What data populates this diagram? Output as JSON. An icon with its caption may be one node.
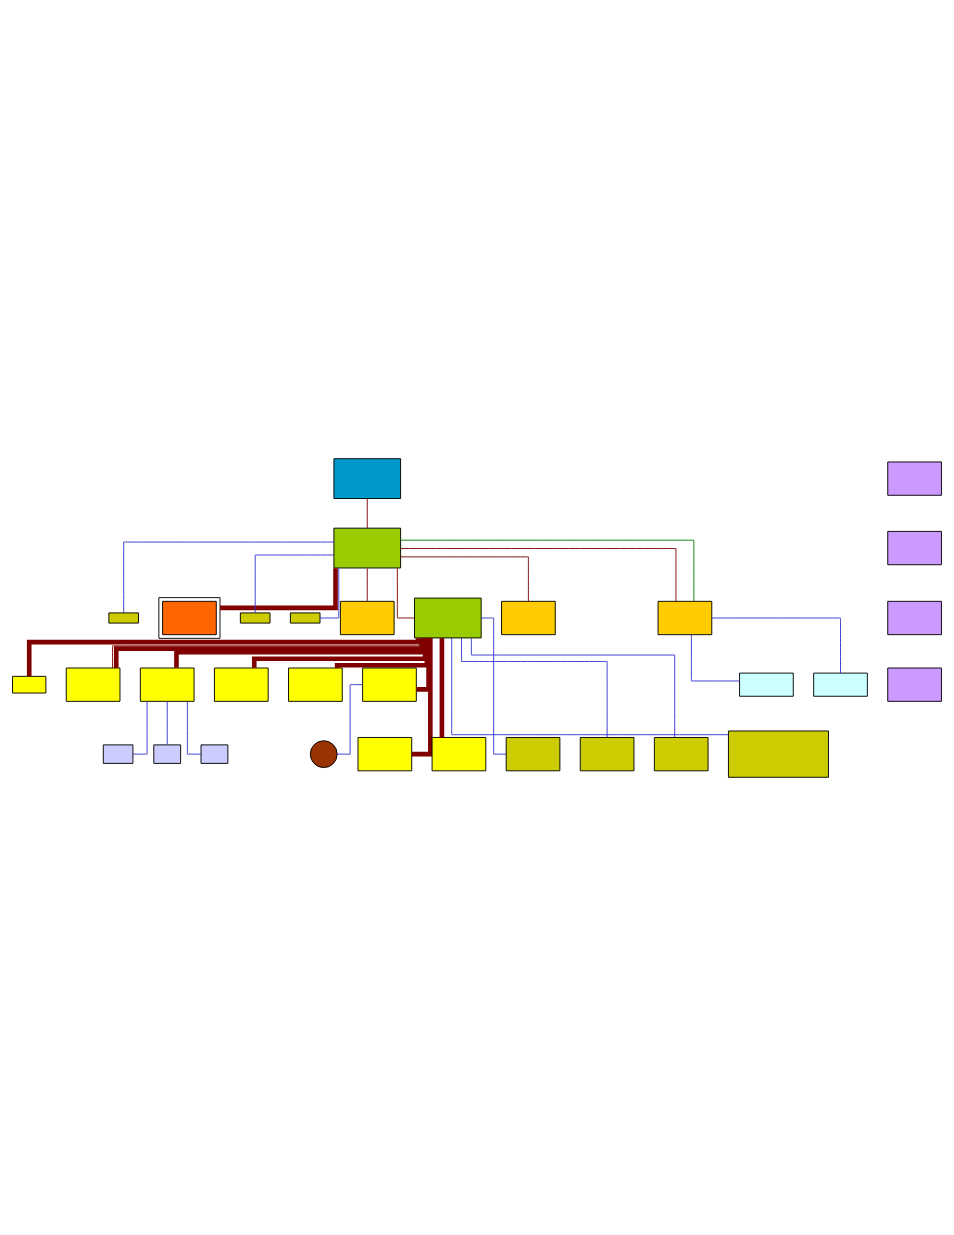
{
  "diagram": {
    "nodes": [
      {
        "text": [],
        "shape": "box"
      },
      {
        "text": [],
        "shape": "box"
      },
      {
        "text": [],
        "shape": "box"
      },
      {
        "text": [],
        "shape": "box"
      },
      {
        "text": [],
        "shape": "box"
      },
      {
        "text": [],
        "shape": "box"
      },
      {
        "text": [],
        "shape": "box"
      },
      {
        "text": [],
        "shape": "box"
      },
      {
        "text": [],
        "shape": "box"
      },
      {
        "text": [],
        "shape": "box"
      },
      {
        "text": [],
        "shape": "box"
      },
      {
        "text": [],
        "shape": "box"
      },
      {
        "text": [],
        "shape": "box"
      },
      {
        "text": [],
        "shape": "box"
      },
      {
        "text": [],
        "shape": "box"
      },
      {
        "text": [],
        "shape": "box"
      },
      {
        "text": [],
        "shape": "box"
      },
      {
        "text": [],
        "shape": "box"
      },
      {
        "text": [],
        "shape": "box"
      },
      {
        "text": [],
        "shape": "box"
      },
      {
        "text": [],
        "shape": "box"
      },
      {
        "text": [],
        "shape": "box"
      },
      {
        "text": [],
        "shape": "box"
      },
      {
        "text": [],
        "shape": "box"
      },
      {
        "text": [],
        "shape": "box"
      },
      {
        "text": [],
        "shape": "circle"
      },
      {
        "text": [],
        "shape": "box"
      },
      {
        "text": [],
        "shape": "box"
      },
      {
        "text": [],
        "shape": "box"
      },
      {
        "text": [],
        "shape": "box"
      },
      {
        "text": [],
        "shape": "box"
      },
      {
        "text": [],
        "shape": "box"
      }
    ],
    "edges": [
      {
        "from": 0,
        "to": 4,
        "arrow": "none"
      },
      {
        "from": 4,
        "to": 5,
        "arrow": "none",
        "style": "thick"
      },
      {
        "from": 4,
        "to": 2,
        "arrow": "none",
        "color": "#3333cc"
      },
      {
        "from": 4,
        "to": 6,
        "arrow": "none",
        "color": "#3333cc"
      },
      {
        "from": 4,
        "to": 7,
        "arrow": "none",
        "color": "#3333cc"
      },
      {
        "from": 4,
        "to": 13,
        "arrow": "none",
        "color": "#008000"
      },
      {
        "from": 4,
        "to": 11,
        "arrow": "none"
      },
      {
        "from": 4,
        "to": 10,
        "arrow": "none"
      },
      {
        "from": 4,
        "to": 12,
        "arrow": "none"
      },
      {
        "from": 4,
        "to": 13,
        "arrow": "none"
      },
      {
        "from": 11,
        "to": 16,
        "arrow": "none",
        "style": "thick"
      },
      {
        "from": 11,
        "to": 17,
        "arrow": "none"
      },
      {
        "from": 11,
        "to": 17,
        "arrow": "none",
        "style": "thick"
      },
      {
        "from": 11,
        "to": 18,
        "arrow": "none",
        "style": "thick"
      },
      {
        "from": 11,
        "to": 19,
        "arrow": "none",
        "style": "thick"
      },
      {
        "from": 11,
        "to": 20,
        "arrow": "none",
        "style": "thick"
      },
      {
        "from": 11,
        "to": 21,
        "arrow": "none",
        "style": "thick"
      },
      {
        "from": 13,
        "to": 9,
        "arrow": "none",
        "color": "#3333cc"
      },
      {
        "from": 13,
        "to": 15,
        "arrow": "none",
        "color": "#3333cc"
      },
      {
        "from": 18,
        "to": 22,
        "arrow": "none",
        "color": "#3333cc"
      },
      {
        "from": 18,
        "to": 23,
        "arrow": "none",
        "color": "#3333cc"
      },
      {
        "from": 18,
        "to": 24,
        "arrow": "none",
        "color": "#3333cc"
      },
      {
        "from": 21,
        "to": 25,
        "arrow": "none",
        "color": "#3333cc"
      },
      {
        "from": 11,
        "to": 26,
        "arrow": "none",
        "style": "thick"
      },
      {
        "from": 11,
        "to": 27,
        "arrow": "none",
        "style": "thick"
      },
      {
        "from": 11,
        "to": 28,
        "arrow": "none",
        "color": "#3333cc"
      },
      {
        "from": 11,
        "to": 29,
        "arrow": "none",
        "color": "#3333cc"
      },
      {
        "from": 11,
        "to": 30,
        "arrow": "none",
        "color": "#3333cc"
      },
      {
        "from": 11,
        "to": 31,
        "arrow": "none",
        "color": "#3333cc"
      }
    ]
  }
}
